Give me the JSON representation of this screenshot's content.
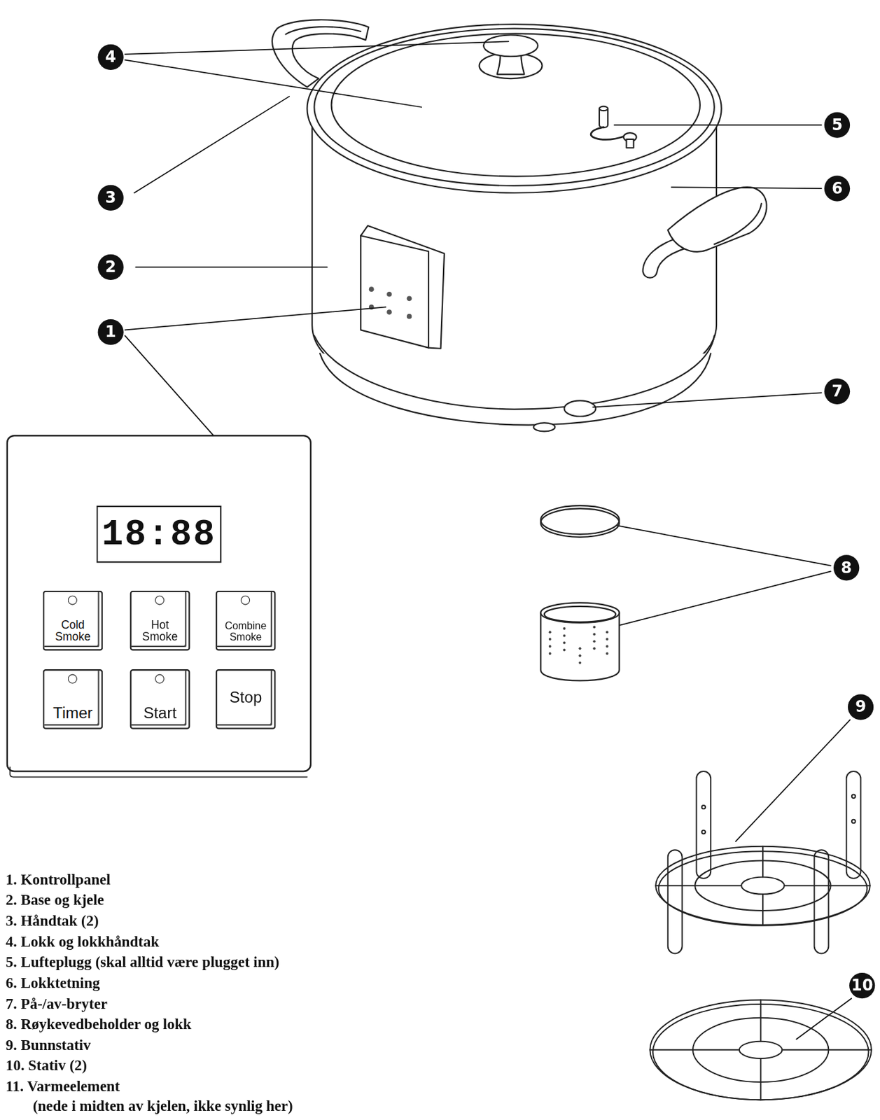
{
  "diagram": {
    "nodes": [
      {
        "text": [
          "4"
        ]
      },
      {
        "text": [
          "5"
        ]
      },
      {
        "text": [
          "6"
        ]
      },
      {
        "text": [
          "3"
        ]
      },
      {
        "text": [
          "2"
        ]
      },
      {
        "text": [
          "1"
        ]
      },
      {
        "text": [
          "7"
        ]
      },
      {
        "text": [
          "8"
        ]
      },
      {
        "text": [
          "9"
        ]
      },
      {
        "text": [
          "10"
        ]
      },
      {
        "text": [
          "18:88"
        ]
      },
      {
        "text": [
          "Cold Smoke"
        ]
      },
      {
        "text": [
          "Hot Smoke"
        ]
      },
      {
        "text": [
          "Combine Smoke"
        ]
      },
      {
        "text": [
          "Timer"
        ]
      },
      {
        "text": [
          "Start"
        ]
      },
      {
        "text": [
          "Stop"
        ]
      }
    ],
    "labels": [
      "1. Kontrollpanel",
      "2. Base og kjele",
      "3. Håndtak (2)",
      "4. Lokk og lokkhåndtak",
      "5. Lufteplugg (skal alltid være plugget inn)",
      "6. Lokktetning",
      "7. På-/av-bryter",
      "8. Røykevedbeholder og lokk",
      "9. Bunnstativ",
      "10. Stativ (2)",
      "11. Varmeelement",
      "(nede i midten av kjelen, ikke synlig her)"
    ]
  }
}
